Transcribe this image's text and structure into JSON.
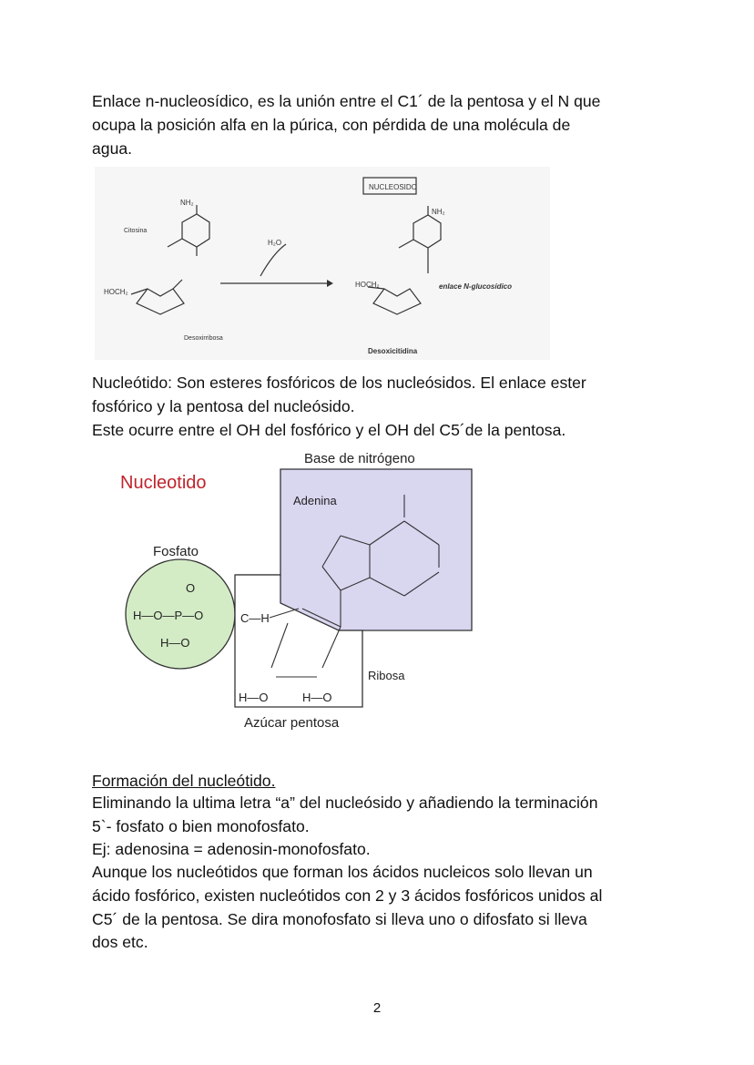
{
  "paragraph1": [
    "Enlace n-nucleosídico, es la unión entre el C1´ de la pentosa y el N que",
    "ocupa la posición alfa en la púrica, con pérdida de una molécula de",
    "agua."
  ],
  "figure1": {
    "header": "NUCLEOSIDO",
    "left_base_label": "Citosina",
    "sugar_label": "Desoxirribosa",
    "water": "H₂O",
    "product_name": "Desoxicitidina",
    "bond_label": "enlace N-glucosídico",
    "nh2": "NH₂",
    "hoch2": "HOCH₂"
  },
  "paragraph2": [
    "Nucleótido: Son esteres fosfóricos de los nucleósidos. El enlace ester",
    "fosfórico y la pentosa del nucleósido.",
    "Este ocurre entre el OH del fosfórico y el OH del C5´de la pentosa."
  ],
  "figure2": {
    "title": "Nucleotido",
    "base_title": "Base de nitrógeno",
    "base_name": "Adenina",
    "phosphate": "Fosfato",
    "sugar_name": "Ribosa",
    "sugar_title": "Azúcar pentosa",
    "colors": {
      "title": "#c0242c",
      "base_fill": "#d9d6f0",
      "phosphate_fill": "#d3ecc6"
    }
  },
  "section": {
    "heading": "Formación del nucleótido.",
    "lines": [
      "Eliminando la ultima letra “a” del nucleósido y añadiendo la terminación",
      "5`- fosfato o bien monofosfato.",
      "Ej: adenosina = adenosin-monofosfato.",
      "Aunque los nucleótidos que forman los ácidos nucleicos solo llevan un",
      "ácido fosfórico, existen nucleótidos con 2 y 3 ácidos fosfóricos unidos al",
      "C5´ de la pentosa. Se dira monofosfato si lleva uno o difosfato si lleva",
      "dos etc."
    ]
  },
  "page_number": "2"
}
